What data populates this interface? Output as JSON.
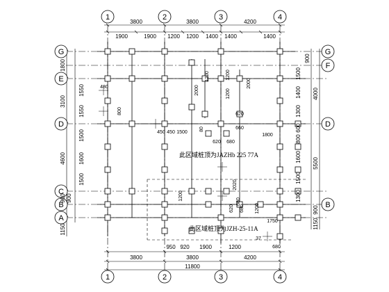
{
  "axes": {
    "vertical": [
      "1",
      "2",
      "3",
      "4"
    ],
    "horizontal_left": [
      "G",
      "E",
      "D",
      "C",
      "B",
      "A"
    ],
    "horizontal_right": [
      "G",
      "F",
      "D",
      "B"
    ]
  },
  "dims_top": {
    "main": [
      "3800",
      "3800",
      "4200"
    ],
    "sub": [
      "1900",
      "1900",
      "1200",
      "1200",
      "1400",
      "1400",
      "1400"
    ]
  },
  "dims_bottom": {
    "main": [
      "3800",
      "3800",
      "4200"
    ],
    "total": "11800",
    "sub": [
      "950",
      "920",
      "1900",
      "1200"
    ]
  },
  "dims_left": {
    "main": [
      "1800",
      "3100",
      "4600",
      "900",
      "1150"
    ],
    "sub": [
      "1550",
      "1550",
      "1500",
      "1600",
      "1500",
      "900"
    ]
  },
  "dims_right": {
    "main": [
      "4000",
      "5500",
      "1150",
      "900"
    ],
    "sub": [
      "900",
      "1500",
      "1400",
      "1300",
      "600",
      "800",
      "1600",
      "1500",
      "1300"
    ]
  },
  "inner_dims": {
    "a": "1200",
    "b": "2000",
    "c": "1200",
    "d": "2000",
    "e": "1200",
    "f": "450",
    "g": "450",
    "h": "1500",
    "i": "80",
    "j": "620",
    "k": "680",
    "l": "660",
    "m": "620",
    "n": "1800",
    "o": "2020",
    "p": "680",
    "q": "620",
    "r": "680",
    "s": "1200",
    "t": "1750",
    "u": "680",
    "v": "37",
    "w": "1200",
    "x": "480",
    "y": "800"
  },
  "notes": {
    "upper": "此区域桩顶为JAZHb 225 77A",
    "lower": "此区域桩顶为JZH-25-11A"
  }
}
